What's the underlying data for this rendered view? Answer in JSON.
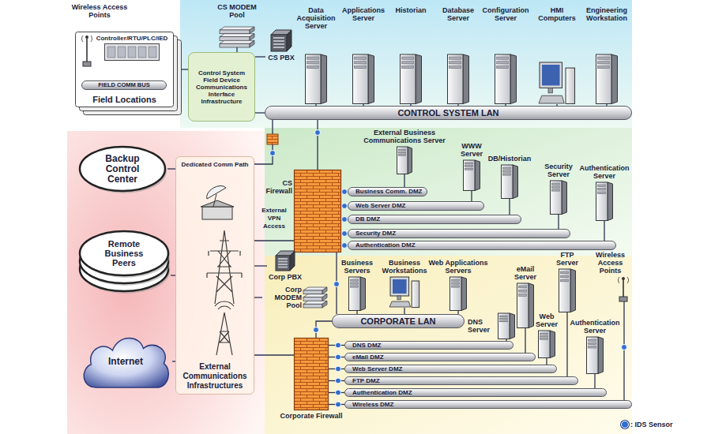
{
  "diagram": {
    "nodes": [
      {
        "text": [
          "Field Locations"
        ]
      },
      {
        "text": [
          "Controller/RTU/PLC/IED"
        ],
        "in": 0
      },
      {
        "text": [
          "FIELD COMM BUS"
        ],
        "in": 0
      },
      {
        "text": [
          "Control System Field Device Communications Interface Infrastructure"
        ]
      },
      {
        "text": [
          "CS MODEM Pool"
        ]
      },
      {
        "text": [
          "CS PBX"
        ]
      },
      {
        "text": [
          "Data Acquisition Server"
        ]
      },
      {
        "text": [
          "Applications Server"
        ]
      },
      {
        "text": [
          "Historian"
        ]
      },
      {
        "text": [
          "Database Server"
        ]
      },
      {
        "text": [
          "Configuration Server"
        ]
      },
      {
        "text": [
          "HMI Computers"
        ]
      },
      {
        "text": [
          "Engineering Workstation"
        ]
      },
      {
        "text": [
          "CONTROL SYSTEM LAN"
        ]
      },
      {
        "text": [
          "Backup Control Center"
        ]
      },
      {
        "text": [
          "Remote Business Peers"
        ]
      },
      {
        "text": [
          "Internet"
        ]
      },
      {
        "text": [
          "Dedicated Comm Path",
          "External Communications Infrastructures"
        ]
      },
      {
        "text": [
          "CS Firewall"
        ]
      },
      {
        "text": [
          "External Business Communications Server"
        ]
      },
      {
        "text": [
          "WWW Server"
        ]
      },
      {
        "text": [
          "DB/Historian"
        ]
      },
      {
        "text": [
          "Security Server"
        ]
      },
      {
        "text": [
          "Authentication Server"
        ]
      },
      {
        "text": [
          "Business Comm. DMZ"
        ]
      },
      {
        "text": [
          "Web Server DMZ"
        ]
      },
      {
        "text": [
          "DB DMZ"
        ]
      },
      {
        "text": [
          "Security DMZ"
        ]
      },
      {
        "text": [
          "Authentication DMZ"
        ]
      },
      {
        "text": [
          "Corp PBX"
        ]
      },
      {
        "text": [
          "Corp MODEM Pool"
        ]
      },
      {
        "text": [
          "Corporate Firewall"
        ]
      },
      {
        "text": [
          "Business Servers"
        ]
      },
      {
        "text": [
          "Business Workstations"
        ]
      },
      {
        "text": [
          "Web Applications Servers"
        ]
      },
      {
        "text": [
          "eMail Server"
        ]
      },
      {
        "text": [
          "FTP Server"
        ]
      },
      {
        "text": [
          "Wireless Access Points"
        ]
      },
      {
        "text": [
          "CORPORATE LAN"
        ]
      },
      {
        "text": [
          "DNS Server"
        ]
      },
      {
        "text": [
          "Web Server"
        ]
      },
      {
        "text": [
          "Authentication Server"
        ]
      },
      {
        "text": [
          "DNS DMZ"
        ]
      },
      {
        "text": [
          "eMail DMZ"
        ]
      },
      {
        "text": [
          "Web Server DMZ"
        ]
      },
      {
        "text": [
          "FTP DMZ"
        ]
      },
      {
        "text": [
          "Authentication DMZ"
        ]
      },
      {
        "text": [
          "Wireless DMZ"
        ]
      }
    ],
    "edges": [
      {
        "from": 0,
        "to": 3,
        "arrow": "none"
      },
      {
        "from": 4,
        "to": 3,
        "arrow": "none"
      },
      {
        "from": 5,
        "to": 3,
        "arrow": "none"
      },
      {
        "from": 3,
        "to": 13,
        "arrow": "none"
      },
      {
        "from": 6,
        "to": 13,
        "arrow": "none"
      },
      {
        "from": 7,
        "to": 13,
        "arrow": "none"
      },
      {
        "from": 8,
        "to": 13,
        "arrow": "none"
      },
      {
        "from": 9,
        "to": 13,
        "arrow": "none"
      },
      {
        "from": 10,
        "to": 13,
        "arrow": "none"
      },
      {
        "from": 11,
        "to": 13,
        "arrow": "none"
      },
      {
        "from": 12,
        "to": 13,
        "arrow": "none"
      },
      {
        "from": 13,
        "to": 18,
        "arrow": "none"
      },
      {
        "from": 17,
        "to": 13,
        "arrow": "none"
      },
      {
        "from": 17,
        "to": 14,
        "arrow": "none"
      },
      {
        "from": 17,
        "to": 15,
        "arrow": "none"
      },
      {
        "from": 17,
        "to": 16,
        "arrow": "none"
      },
      {
        "from": 18,
        "to": 17,
        "arrow": "none"
      },
      {
        "from": 19,
        "to": 24,
        "arrow": "none"
      },
      {
        "from": 20,
        "to": 25,
        "arrow": "none"
      },
      {
        "from": 21,
        "to": 26,
        "arrow": "none"
      },
      {
        "from": 22,
        "to": 27,
        "arrow": "none"
      },
      {
        "from": 23,
        "to": 28,
        "arrow": "none"
      },
      {
        "from": 24,
        "to": 18,
        "arrow": "none"
      },
      {
        "from": 25,
        "to": 18,
        "arrow": "none"
      },
      {
        "from": 26,
        "to": 18,
        "arrow": "none"
      },
      {
        "from": 27,
        "to": 18,
        "arrow": "none"
      },
      {
        "from": 28,
        "to": 18,
        "arrow": "none"
      },
      {
        "from": 18,
        "to": 38,
        "arrow": "none"
      },
      {
        "from": 29,
        "to": 17,
        "arrow": "none"
      },
      {
        "from": 30,
        "to": 17,
        "arrow": "none"
      },
      {
        "from": 31,
        "to": 17,
        "arrow": "none"
      },
      {
        "from": 31,
        "to": 38,
        "arrow": "none"
      },
      {
        "from": 32,
        "to": 38,
        "arrow": "none"
      },
      {
        "from": 33,
        "to": 38,
        "arrow": "none"
      },
      {
        "from": 34,
        "to": 38,
        "arrow": "none"
      },
      {
        "from": 39,
        "to": 42,
        "arrow": "none"
      },
      {
        "from": 35,
        "to": 43,
        "arrow": "none"
      },
      {
        "from": 40,
        "to": 44,
        "arrow": "none"
      },
      {
        "from": 36,
        "to": 45,
        "arrow": "none"
      },
      {
        "from": 41,
        "to": 46,
        "arrow": "none"
      },
      {
        "from": 37,
        "to": 47,
        "arrow": "none"
      },
      {
        "from": 42,
        "to": 31,
        "arrow": "none"
      },
      {
        "from": 43,
        "to": 31,
        "arrow": "none"
      },
      {
        "from": 44,
        "to": 31,
        "arrow": "none"
      },
      {
        "from": 45,
        "to": 31,
        "arrow": "none"
      },
      {
        "from": 46,
        "to": 31,
        "arrow": "none"
      },
      {
        "from": 47,
        "to": 31,
        "arrow": "none"
      }
    ],
    "labels": [
      "Wireless Access Points",
      "External VPN Access"
    ],
    "legend": [
      {
        "text": ": IDS Sensor",
        "color": "#2f6fd0"
      }
    ]
  }
}
